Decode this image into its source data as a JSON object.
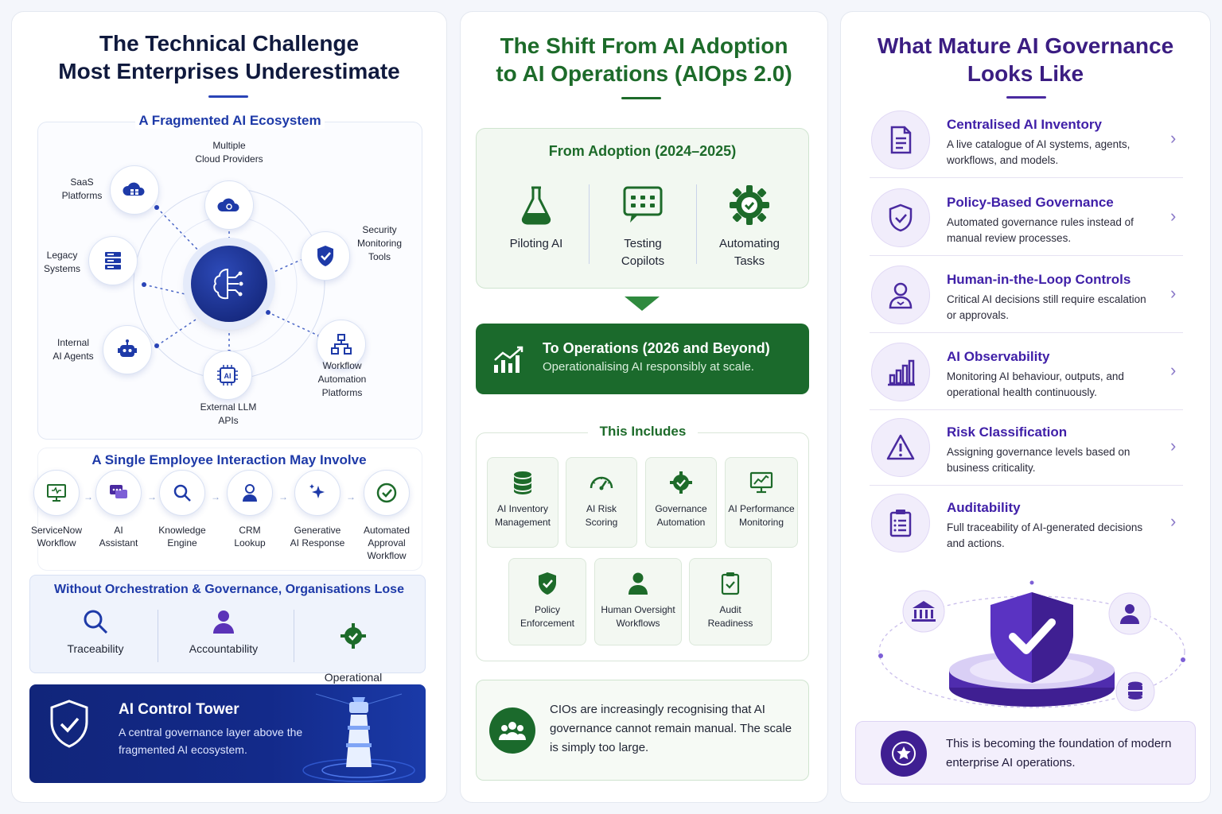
{
  "col1": {
    "title_line1": "The Technical Challenge",
    "title_line2": "Most Enterprises Underestimate",
    "ecosystem_heading": "A Fragmented AI Ecosystem",
    "eco_nodes": {
      "saas": "SaaS\nPlatforms",
      "cloud": "Multiple\nCloud Providers",
      "security": "Security\nMonitoring\nTools",
      "legacy": "Legacy\nSystems",
      "internal": "Internal\nAI Agents",
      "llm": "External LLM\nAPIs",
      "workflow": "Workflow\nAutomation\nPlatforms"
    },
    "interaction_heading": "A Single Employee Interaction May Involve",
    "flow": [
      "ServiceNow\nWorkflow",
      "AI\nAssistant",
      "Knowledge\nEngine",
      "CRM\nLookup",
      "Generative\nAI Response",
      "Automated\nApproval\nWorkflow"
    ],
    "lose_heading": "Without Orchestration & Governance, Organisations Lose",
    "lose_items": [
      "Traceability",
      "Accountability",
      "Operational\nConsistency"
    ],
    "tower_title": "AI Control Tower",
    "tower_desc": "A central governance layer above the fragmented AI ecosystem."
  },
  "col2": {
    "title_line1": "The Shift From AI Adoption",
    "title_line2": "to AI Operations (AIOps 2.0)",
    "adoption_title": "From Adoption (2024–2025)",
    "adoption_items": [
      "Piloting AI",
      "Testing\nCopilots",
      "Automating\nTasks"
    ],
    "ops_title": "To Operations (2026 and Beyond)",
    "ops_sub": "Operationalising AI responsibly at scale.",
    "includes_title": "This Includes",
    "tiles_row1": [
      "AI Inventory\nManagement",
      "AI Risk\nScoring",
      "Governance\nAutomation",
      "AI Performance\nMonitoring"
    ],
    "tiles_row2": [
      "Policy\nEnforcement",
      "Human Oversight\nWorkflows",
      "Audit\nReadiness"
    ],
    "cio_text": "CIOs are increasingly recognising that AI governance cannot remain manual. The scale is simply too large."
  },
  "col3": {
    "title_line1": "What Mature AI Governance",
    "title_line2": "Looks Like",
    "items": [
      {
        "title": "Centralised AI Inventory",
        "desc": "A live catalogue of AI systems, agents, workflows, and models."
      },
      {
        "title": "Policy-Based Governance",
        "desc": "Automated governance rules instead of manual review processes."
      },
      {
        "title": "Human-in-the-Loop Controls",
        "desc": "Critical AI decisions still require escalation or approvals."
      },
      {
        "title": "AI Observability",
        "desc": "Monitoring AI behaviour, outputs, and operational health continuously."
      },
      {
        "title": "Risk Classification",
        "desc": "Assigning governance levels based on business criticality."
      },
      {
        "title": "Auditability",
        "desc": "Full traceability of AI-generated decisions and actions."
      }
    ],
    "foundation_text": "This is becoming the foundation of modern enterprise AI operations."
  },
  "colors": {
    "navy": "#101a3e",
    "blue_accent": "#1e3aa8",
    "green_accent": "#1d6b2a",
    "purple_accent": "#4020a8"
  }
}
